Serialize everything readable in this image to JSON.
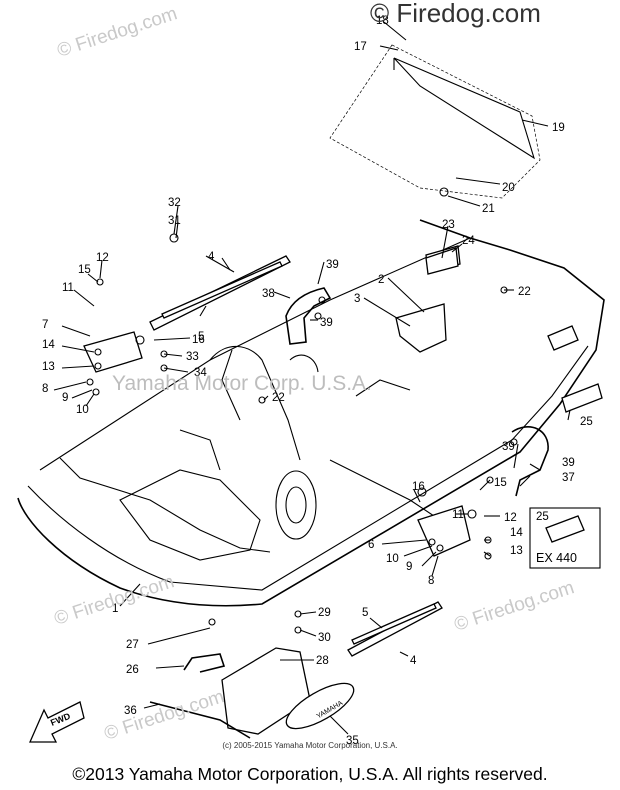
{
  "watermarks": {
    "top": "© Firedog.com",
    "corner": "© Firedog.com",
    "center": "Yamaha Motor Corp. U.S.A."
  },
  "diagram": {
    "model_box_label": "EX 440",
    "callouts": {
      "c1": "1",
      "c2": "2",
      "c3": "3",
      "c4": "4",
      "c4b": "4",
      "c5": "5",
      "c5b": "5",
      "c6": "6",
      "c7": "7",
      "c8": "8",
      "c8b": "8",
      "c9": "9",
      "c9b": "9",
      "c10": "10",
      "c10b": "10",
      "c11": "11",
      "c11b": "11",
      "c12": "12",
      "c12b": "12",
      "c13": "13",
      "c13b": "13",
      "c14": "14",
      "c14b": "14",
      "c15": "15",
      "c15b": "15",
      "c16": "16",
      "c16b": "16",
      "c17": "17",
      "c18": "18",
      "c19": "19",
      "c20": "20",
      "c21": "21",
      "c22": "22",
      "c22b": "22",
      "c23": "23",
      "c24": "24",
      "c25": "25",
      "c25b": "25",
      "c26": "26",
      "c27": "27",
      "c28": "28",
      "c29": "29",
      "c30": "30",
      "c31": "31",
      "c32": "32",
      "c33": "33",
      "c34": "34",
      "c35": "35",
      "c36": "36",
      "c37": "37",
      "c38": "38",
      "c39": "39",
      "c39b": "39",
      "c39c": "39"
    },
    "fwd_label": "FWD",
    "bag_label": "YAMAHA"
  },
  "footer": {
    "small_copyright": "(c) 2005-2015 Yamaha Motor Corporation, U.S.A.",
    "copyright": "©2013 Yamaha Motor Corporation, U.S.A. All rights reserved."
  }
}
